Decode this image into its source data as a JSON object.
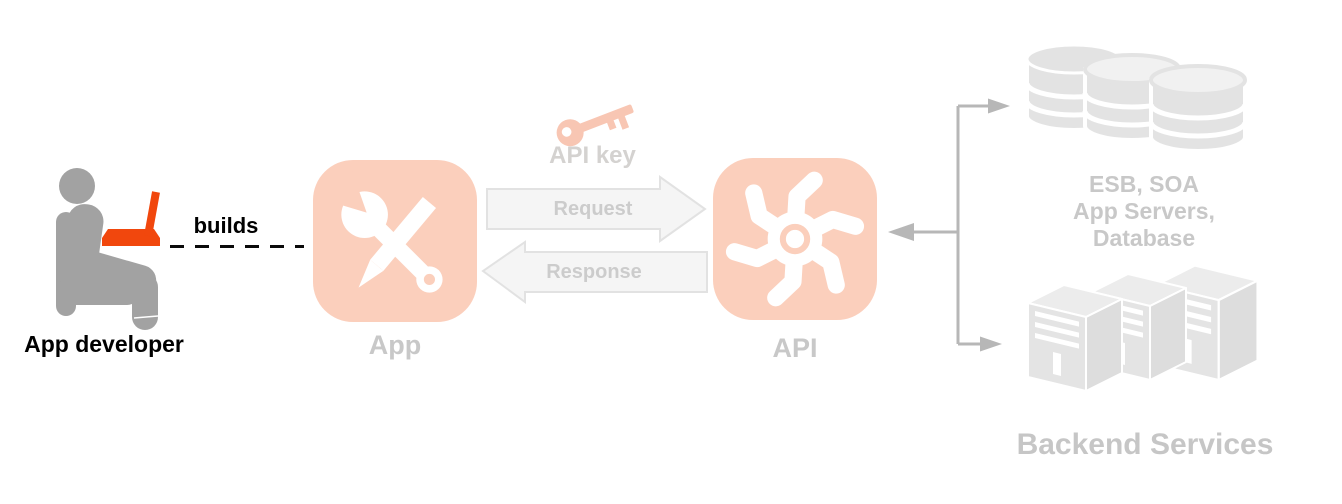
{
  "developer": {
    "label": "App developer",
    "action_label": "builds"
  },
  "app_node": {
    "label": "App"
  },
  "exchange": {
    "api_key_label": "API key",
    "request_label": "Request",
    "response_label": "Response"
  },
  "api_node": {
    "label": "API"
  },
  "backend": {
    "esb_lines": [
      "ESB, SOA",
      "App Servers,",
      "Database"
    ],
    "services_label": "Backend Services"
  },
  "icons": {
    "developer": "seated-person-with-laptop-icon",
    "app": "wrench-and-pencil-icon",
    "api_key": "key-icon",
    "api": "gear-spokes-icon",
    "esb": "database-stack-icon",
    "services": "server-towers-icon",
    "connector": "branching-arrows-icon"
  },
  "colors": {
    "accent_salmon": "#FBCFBC",
    "laptop_orange": "#F1470D",
    "figure_gray": "#A2A2A2",
    "muted_label_gray": "#C8C8C8",
    "shape_light_gray": "#E3E3E3",
    "connector_gray": "#B7B7B7",
    "arrow_fill": "#F5F5F5",
    "arrow_border": "#E2E2E2",
    "text_black": "#000000",
    "background": "#FFFFFF"
  }
}
